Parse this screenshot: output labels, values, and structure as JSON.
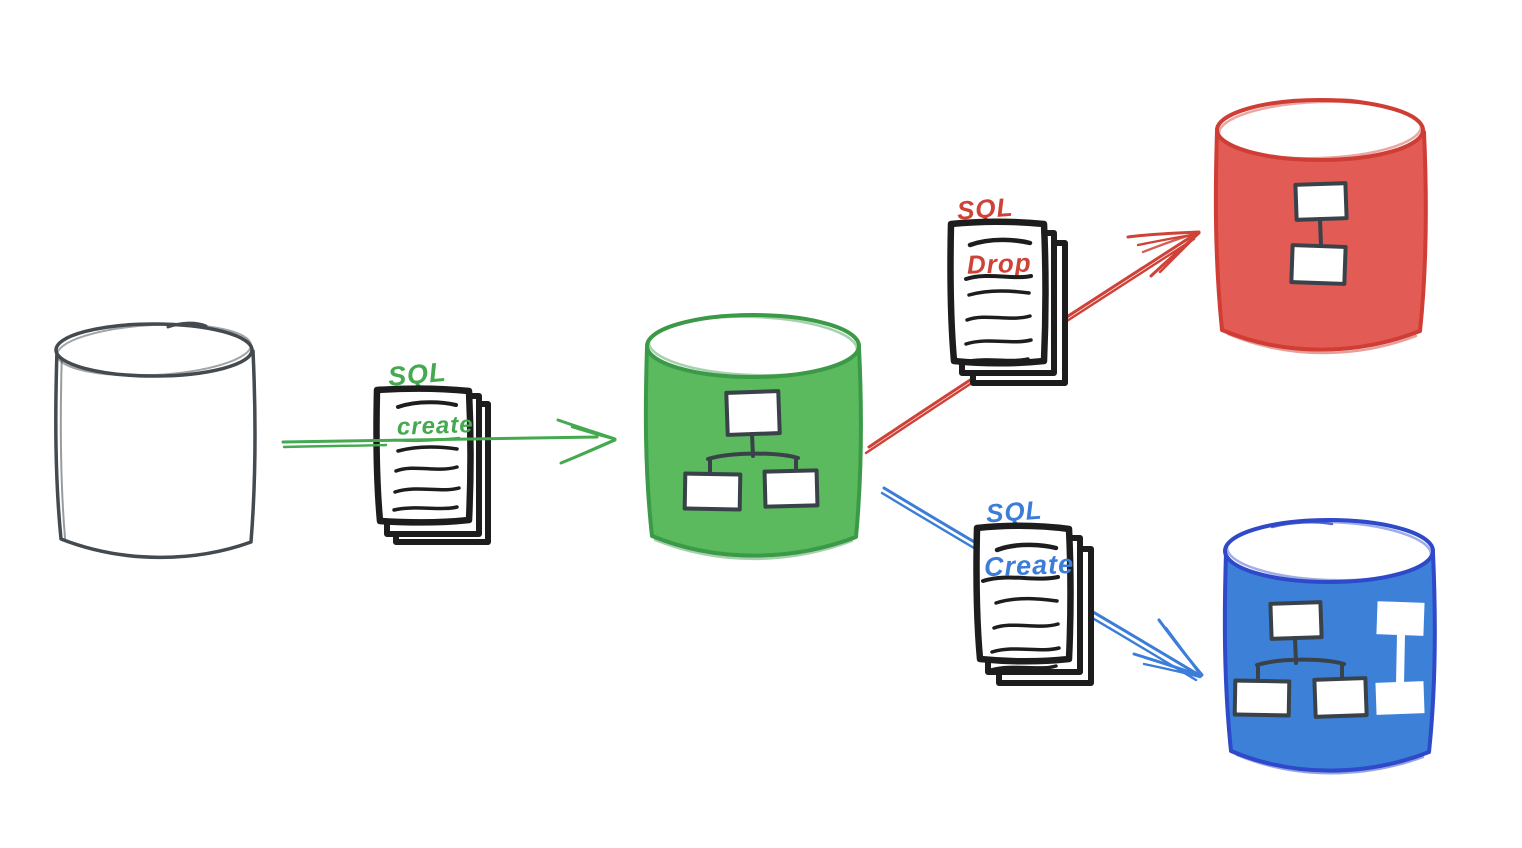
{
  "labels": {
    "green_doc": {
      "tag": "SQL",
      "keyword": "create"
    },
    "red_doc": {
      "tag": "SQL",
      "keyword": "Drop"
    },
    "blue_doc": {
      "tag": "SQL",
      "keyword": "Create"
    }
  },
  "colors": {
    "green-accent": "#44a94f",
    "green-fill": "#5bb95e",
    "green-stroke": "#3b9a47",
    "red-accent": "#cf4238",
    "red-fill": "#e25b54",
    "red-stroke": "#cf3d35",
    "blue-accent": "#3b7dd8",
    "blue-fill": "#3c80d8",
    "blue-stroke": "#2e49c9",
    "ink": "#1d1d1d",
    "gray-stroke": "#434a50",
    "schema-stroke": "#3a4249",
    "paper": "#ffffff"
  },
  "shapes": {
    "empty_database": "white-database-cylinder",
    "schema_database": "green-database-cylinder",
    "dropped_schema_database": "red-database-cylinder",
    "extended_schema_database": "blue-database-cylinder",
    "migration_scripts": "stacked-sql-document-pages",
    "flows": [
      "green-arrow-right",
      "red-arrow-up-right",
      "blue-arrow-down-right"
    ]
  }
}
